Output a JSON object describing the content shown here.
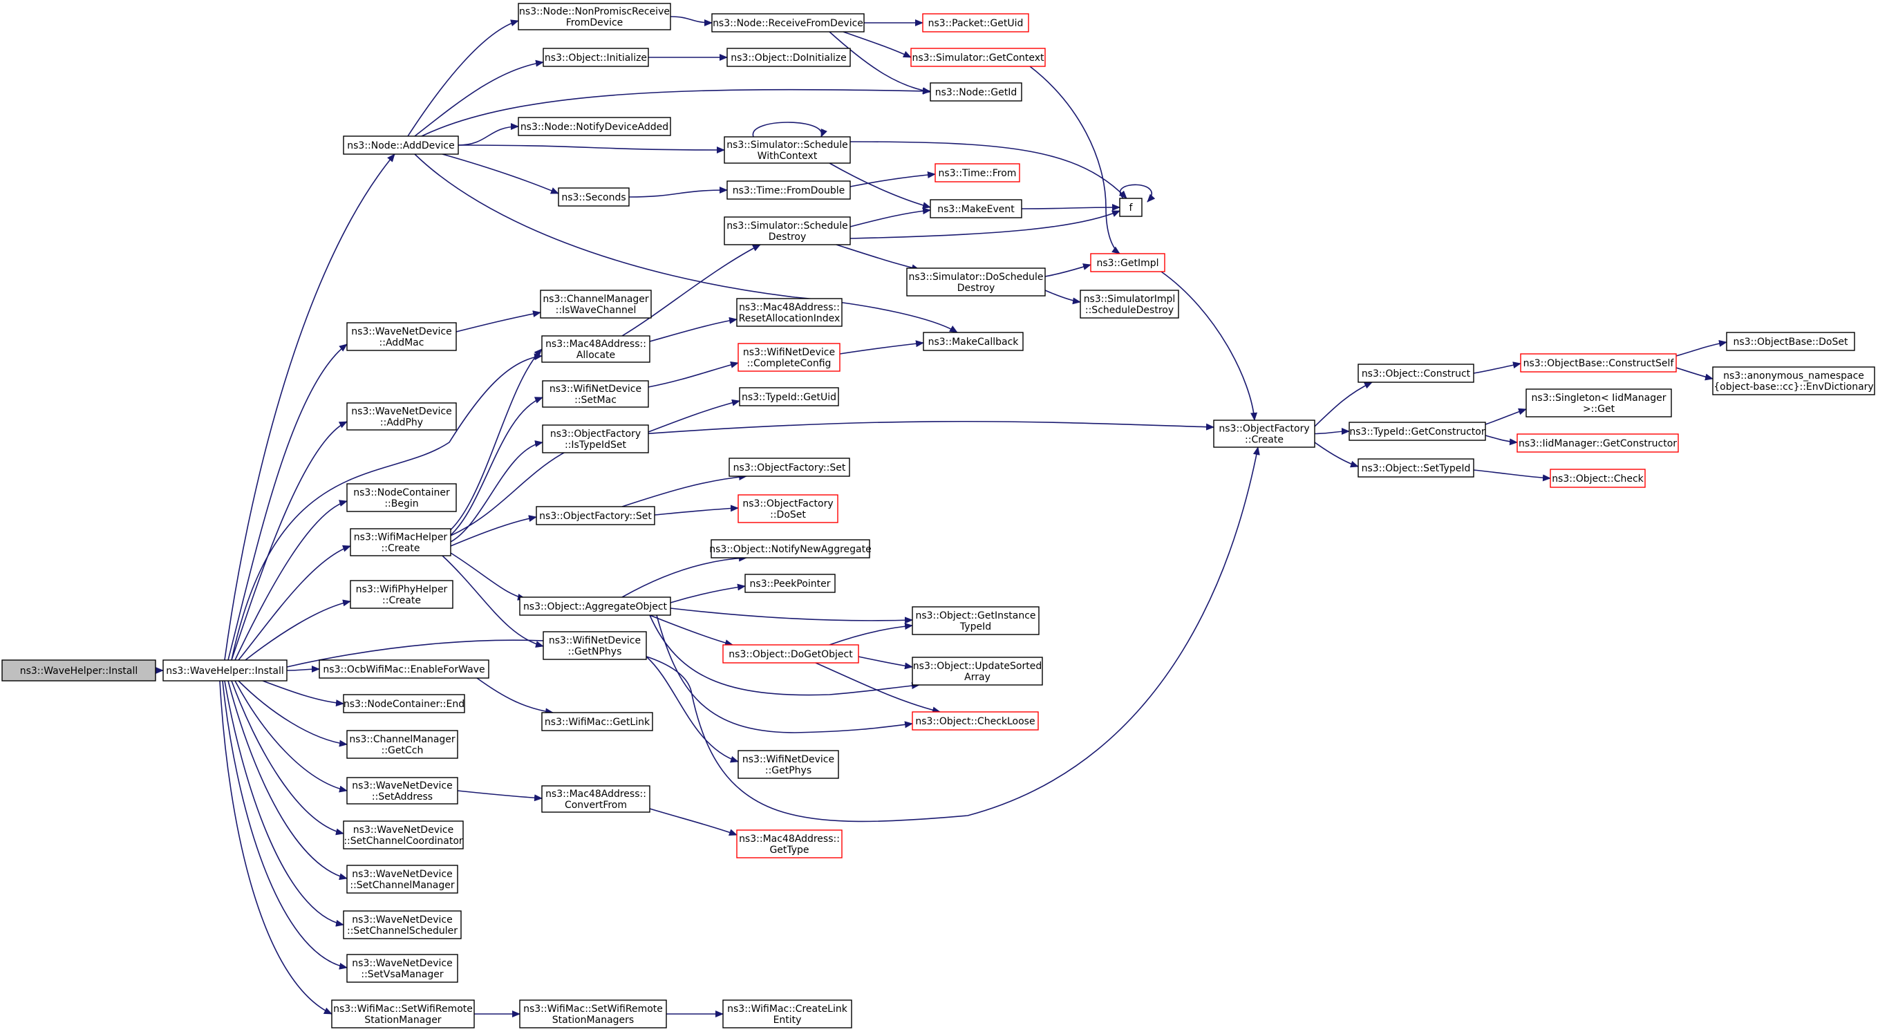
{
  "diagram": {
    "colors": {
      "edge": "#191970",
      "truncated_border": "#ff0000",
      "border": "#000000",
      "root_fill": "#bfbfbf"
    },
    "nodes": [
      {
        "id": "root",
        "lines": [
          "ns3::WaveHelper::Install"
        ],
        "style": "root"
      },
      {
        "id": "install",
        "lines": [
          "ns3::WaveHelper::Install"
        ],
        "style": "normal"
      },
      {
        "id": "addDevice",
        "lines": [
          "ns3::Node::AddDevice"
        ],
        "style": "normal"
      },
      {
        "id": "nonPromisc",
        "lines": [
          "ns3::Node::NonPromiscReceive",
          "FromDevice"
        ],
        "style": "normal"
      },
      {
        "id": "receiveFrom",
        "lines": [
          "ns3::Node::ReceiveFromDevice"
        ],
        "style": "normal"
      },
      {
        "id": "packetGetUid",
        "lines": [
          "ns3::Packet::GetUid"
        ],
        "style": "truncated"
      },
      {
        "id": "getContext",
        "lines": [
          "ns3::Simulator::GetContext"
        ],
        "style": "truncated"
      },
      {
        "id": "objInitialize",
        "lines": [
          "ns3::Object::Initialize"
        ],
        "style": "normal"
      },
      {
        "id": "doInitialize",
        "lines": [
          "ns3::Object::DoInitialize"
        ],
        "style": "normal"
      },
      {
        "id": "nodeGetId",
        "lines": [
          "ns3::Node::GetId"
        ],
        "style": "normal"
      },
      {
        "id": "notifyDeviceAdded",
        "lines": [
          "ns3::Node::NotifyDeviceAdded"
        ],
        "style": "normal"
      },
      {
        "id": "scheduleWithContext",
        "lines": [
          "ns3::Simulator::Schedule",
          "WithContext"
        ],
        "style": "normal"
      },
      {
        "id": "timeFrom",
        "lines": [
          "ns3::Time::From"
        ],
        "style": "truncated"
      },
      {
        "id": "f",
        "lines": [
          "f"
        ],
        "style": "normal"
      },
      {
        "id": "seconds",
        "lines": [
          "ns3::Seconds"
        ],
        "style": "normal"
      },
      {
        "id": "fromDouble",
        "lines": [
          "ns3::Time::FromDouble"
        ],
        "style": "normal"
      },
      {
        "id": "makeEvent",
        "lines": [
          "ns3::MakeEvent"
        ],
        "style": "normal"
      },
      {
        "id": "scheduleDestroy",
        "lines": [
          "ns3::Simulator::Schedule",
          "Destroy"
        ],
        "style": "normal"
      },
      {
        "id": "getImpl",
        "lines": [
          "ns3::GetImpl"
        ],
        "style": "truncated"
      },
      {
        "id": "doScheduleDestroy",
        "lines": [
          "ns3::Simulator::DoSchedule",
          "Destroy"
        ],
        "style": "normal"
      },
      {
        "id": "implScheduleDestroy",
        "lines": [
          "ns3::SimulatorImpl",
          "::ScheduleDestroy"
        ],
        "style": "normal"
      },
      {
        "id": "isWaveChannel",
        "lines": [
          "ns3::ChannelManager",
          "::IsWaveChannel"
        ],
        "style": "normal"
      },
      {
        "id": "addMac",
        "lines": [
          "ns3::WaveNetDevice",
          "::AddMac"
        ],
        "style": "normal"
      },
      {
        "id": "resetAlloc",
        "lines": [
          "ns3::Mac48Address::",
          "ResetAllocationIndex"
        ],
        "style": "normal"
      },
      {
        "id": "allocate",
        "lines": [
          "ns3::Mac48Address::",
          "Allocate"
        ],
        "style": "normal"
      },
      {
        "id": "makeCallback",
        "lines": [
          "ns3::MakeCallback"
        ],
        "style": "normal"
      },
      {
        "id": "completeConfig",
        "lines": [
          "ns3::WifiNetDevice",
          "::CompleteConfig"
        ],
        "style": "truncated"
      },
      {
        "id": "setMac",
        "lines": [
          "ns3::WifiNetDevice",
          "::SetMac"
        ],
        "style": "normal"
      },
      {
        "id": "typeIdGetUid",
        "lines": [
          "ns3::TypeId::GetUid"
        ],
        "style": "normal"
      },
      {
        "id": "addPhy",
        "lines": [
          "ns3::WaveNetDevice",
          "::AddPhy"
        ],
        "style": "normal"
      },
      {
        "id": "isTypeIdSet",
        "lines": [
          "ns3::ObjectFactory",
          "::IsTypeIdSet"
        ],
        "style": "normal"
      },
      {
        "id": "ofCreate",
        "lines": [
          "ns3::ObjectFactory",
          "::Create"
        ],
        "style": "normal"
      },
      {
        "id": "ofSetTop",
        "lines": [
          "ns3::ObjectFactory::Set"
        ],
        "style": "normal"
      },
      {
        "id": "ncBegin",
        "lines": [
          "ns3::NodeContainer",
          "::Begin"
        ],
        "style": "normal"
      },
      {
        "id": "ofSet",
        "lines": [
          "ns3::ObjectFactory::Set"
        ],
        "style": "normal"
      },
      {
        "id": "ofDoSet",
        "lines": [
          "ns3::ObjectFactory",
          "::DoSet"
        ],
        "style": "truncated"
      },
      {
        "id": "wmhCreate",
        "lines": [
          "ns3::WifiMacHelper",
          "::Create"
        ],
        "style": "normal"
      },
      {
        "id": "notifyNewAgg",
        "lines": [
          "ns3::Object::NotifyNewAggregate"
        ],
        "style": "normal"
      },
      {
        "id": "peekPointer",
        "lines": [
          "ns3::PeekPointer"
        ],
        "style": "normal"
      },
      {
        "id": "wphCreate",
        "lines": [
          "ns3::WifiPhyHelper",
          "::Create"
        ],
        "style": "normal"
      },
      {
        "id": "aggregate",
        "lines": [
          "ns3::Object::AggregateObject"
        ],
        "style": "normal"
      },
      {
        "id": "getInstanceTypeId",
        "lines": [
          "ns3::Object::GetInstance",
          "TypeId"
        ],
        "style": "normal"
      },
      {
        "id": "doGetObject",
        "lines": [
          "ns3::Object::DoGetObject"
        ],
        "style": "truncated"
      },
      {
        "id": "getNPhys",
        "lines": [
          "ns3::WifiNetDevice",
          "::GetNPhys"
        ],
        "style": "normal"
      },
      {
        "id": "updateSorted",
        "lines": [
          "ns3::Object::UpdateSorted",
          "Array"
        ],
        "style": "normal"
      },
      {
        "id": "ocbEnable",
        "lines": [
          "ns3::OcbWifiMac::EnableForWave"
        ],
        "style": "normal"
      },
      {
        "id": "ncEnd",
        "lines": [
          "ns3::NodeContainer::End"
        ],
        "style": "normal"
      },
      {
        "id": "getLink",
        "lines": [
          "ns3::WifiMac::GetLink"
        ],
        "style": "normal"
      },
      {
        "id": "checkLoose",
        "lines": [
          "ns3::Object::CheckLoose"
        ],
        "style": "truncated"
      },
      {
        "id": "getCch",
        "lines": [
          "ns3::ChannelManager",
          "::GetCch"
        ],
        "style": "normal"
      },
      {
        "id": "getPhys",
        "lines": [
          "ns3::WifiNetDevice",
          "::GetPhys"
        ],
        "style": "normal"
      },
      {
        "id": "setAddress",
        "lines": [
          "ns3::WaveNetDevice",
          "::SetAddress"
        ],
        "style": "normal"
      },
      {
        "id": "convertFrom",
        "lines": [
          "ns3::Mac48Address::",
          "ConvertFrom"
        ],
        "style": "normal"
      },
      {
        "id": "getType",
        "lines": [
          "ns3::Mac48Address::",
          "GetType"
        ],
        "style": "truncated"
      },
      {
        "id": "setChanCoord",
        "lines": [
          "ns3::WaveNetDevice",
          "::SetChannelCoordinator"
        ],
        "style": "normal"
      },
      {
        "id": "setChanMgr",
        "lines": [
          "ns3::WaveNetDevice",
          "::SetChannelManager"
        ],
        "style": "normal"
      },
      {
        "id": "setChanSched",
        "lines": [
          "ns3::WaveNetDevice",
          "::SetChannelScheduler"
        ],
        "style": "normal"
      },
      {
        "id": "setVsa",
        "lines": [
          "ns3::WaveNetDevice",
          "::SetVsaManager"
        ],
        "style": "normal"
      },
      {
        "id": "setWifiRemote",
        "lines": [
          "ns3::WifiMac::SetWifiRemote",
          "StationManager"
        ],
        "style": "normal"
      },
      {
        "id": "setWifiRemotes",
        "lines": [
          "ns3::WifiMac::SetWifiRemote",
          "StationManagers"
        ],
        "style": "normal"
      },
      {
        "id": "createLinkEntity",
        "lines": [
          "ns3::WifiMac::CreateLink",
          "Entity"
        ],
        "style": "normal"
      },
      {
        "id": "objConstruct",
        "lines": [
          "ns3::Object::Construct"
        ],
        "style": "normal"
      },
      {
        "id": "constructSelf",
        "lines": [
          "ns3::ObjectBase::ConstructSelf"
        ],
        "style": "truncated"
      },
      {
        "id": "obDoSet",
        "lines": [
          "ns3::ObjectBase::DoSet"
        ],
        "style": "normal"
      },
      {
        "id": "envDict",
        "lines": [
          "ns3::anonymous_namespace",
          "{object-base::cc}::EnvDictionary"
        ],
        "style": "normal"
      },
      {
        "id": "singletonGet",
        "lines": [
          "ns3::Singleton< IidManager",
          ">::Get"
        ],
        "style": "normal"
      },
      {
        "id": "getConstructor",
        "lines": [
          "ns3::TypeId::GetConstructor"
        ],
        "style": "normal"
      },
      {
        "id": "iidGetConstructor",
        "lines": [
          "ns3::IidManager::GetConstructor"
        ],
        "style": "truncated"
      },
      {
        "id": "setTypeId",
        "lines": [
          "ns3::Object::SetTypeId"
        ],
        "style": "normal"
      },
      {
        "id": "objCheck",
        "lines": [
          "ns3::Object::Check"
        ],
        "style": "truncated"
      }
    ]
  }
}
